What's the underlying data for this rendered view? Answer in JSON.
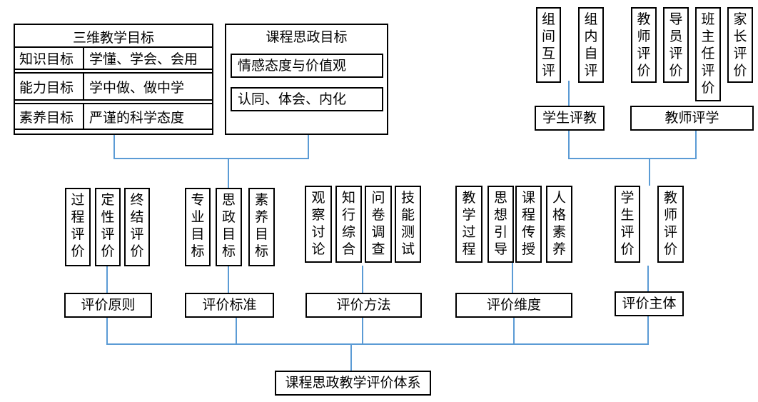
{
  "root": "课程思政教学评价体系",
  "line_color": "#5b9bd5",
  "sanwei": {
    "title": "三维教学目标",
    "rows": [
      {
        "label": "知识目标",
        "value": "学懂、学会、会用"
      },
      {
        "label": "能力目标",
        "value": "学中做、做中学"
      },
      {
        "label": "素养目标",
        "value": "严谨的科学态度"
      }
    ]
  },
  "sizheng": {
    "title": "课程思政目标",
    "items": [
      "情感态度与价值观",
      "认同、体会、内化"
    ]
  },
  "categories": [
    {
      "label": "评价原则",
      "children": [
        "过程评价",
        "定性评价",
        "终结评价"
      ]
    },
    {
      "label": "评价标准",
      "children": [
        "专业目标",
        "思政目标",
        "素养目标"
      ]
    },
    {
      "label": "评价方法",
      "children": [
        "观察讨论",
        "知行综合",
        "问卷调查",
        "技能测试"
      ]
    },
    {
      "label": "评价维度",
      "children": [
        "教学过程",
        "思想引导",
        "课程传授",
        "人格素养"
      ]
    },
    {
      "label": "评价主体",
      "children": [
        "学生评价",
        "教师评价"
      ]
    }
  ],
  "subjects": {
    "student": {
      "label": "学生评教",
      "children": [
        "组间互评",
        "组内自评"
      ]
    },
    "teacher": {
      "label": "教师评学",
      "children": [
        "教师评价",
        "导员评价",
        "班主任评价",
        "家长评价"
      ]
    }
  }
}
